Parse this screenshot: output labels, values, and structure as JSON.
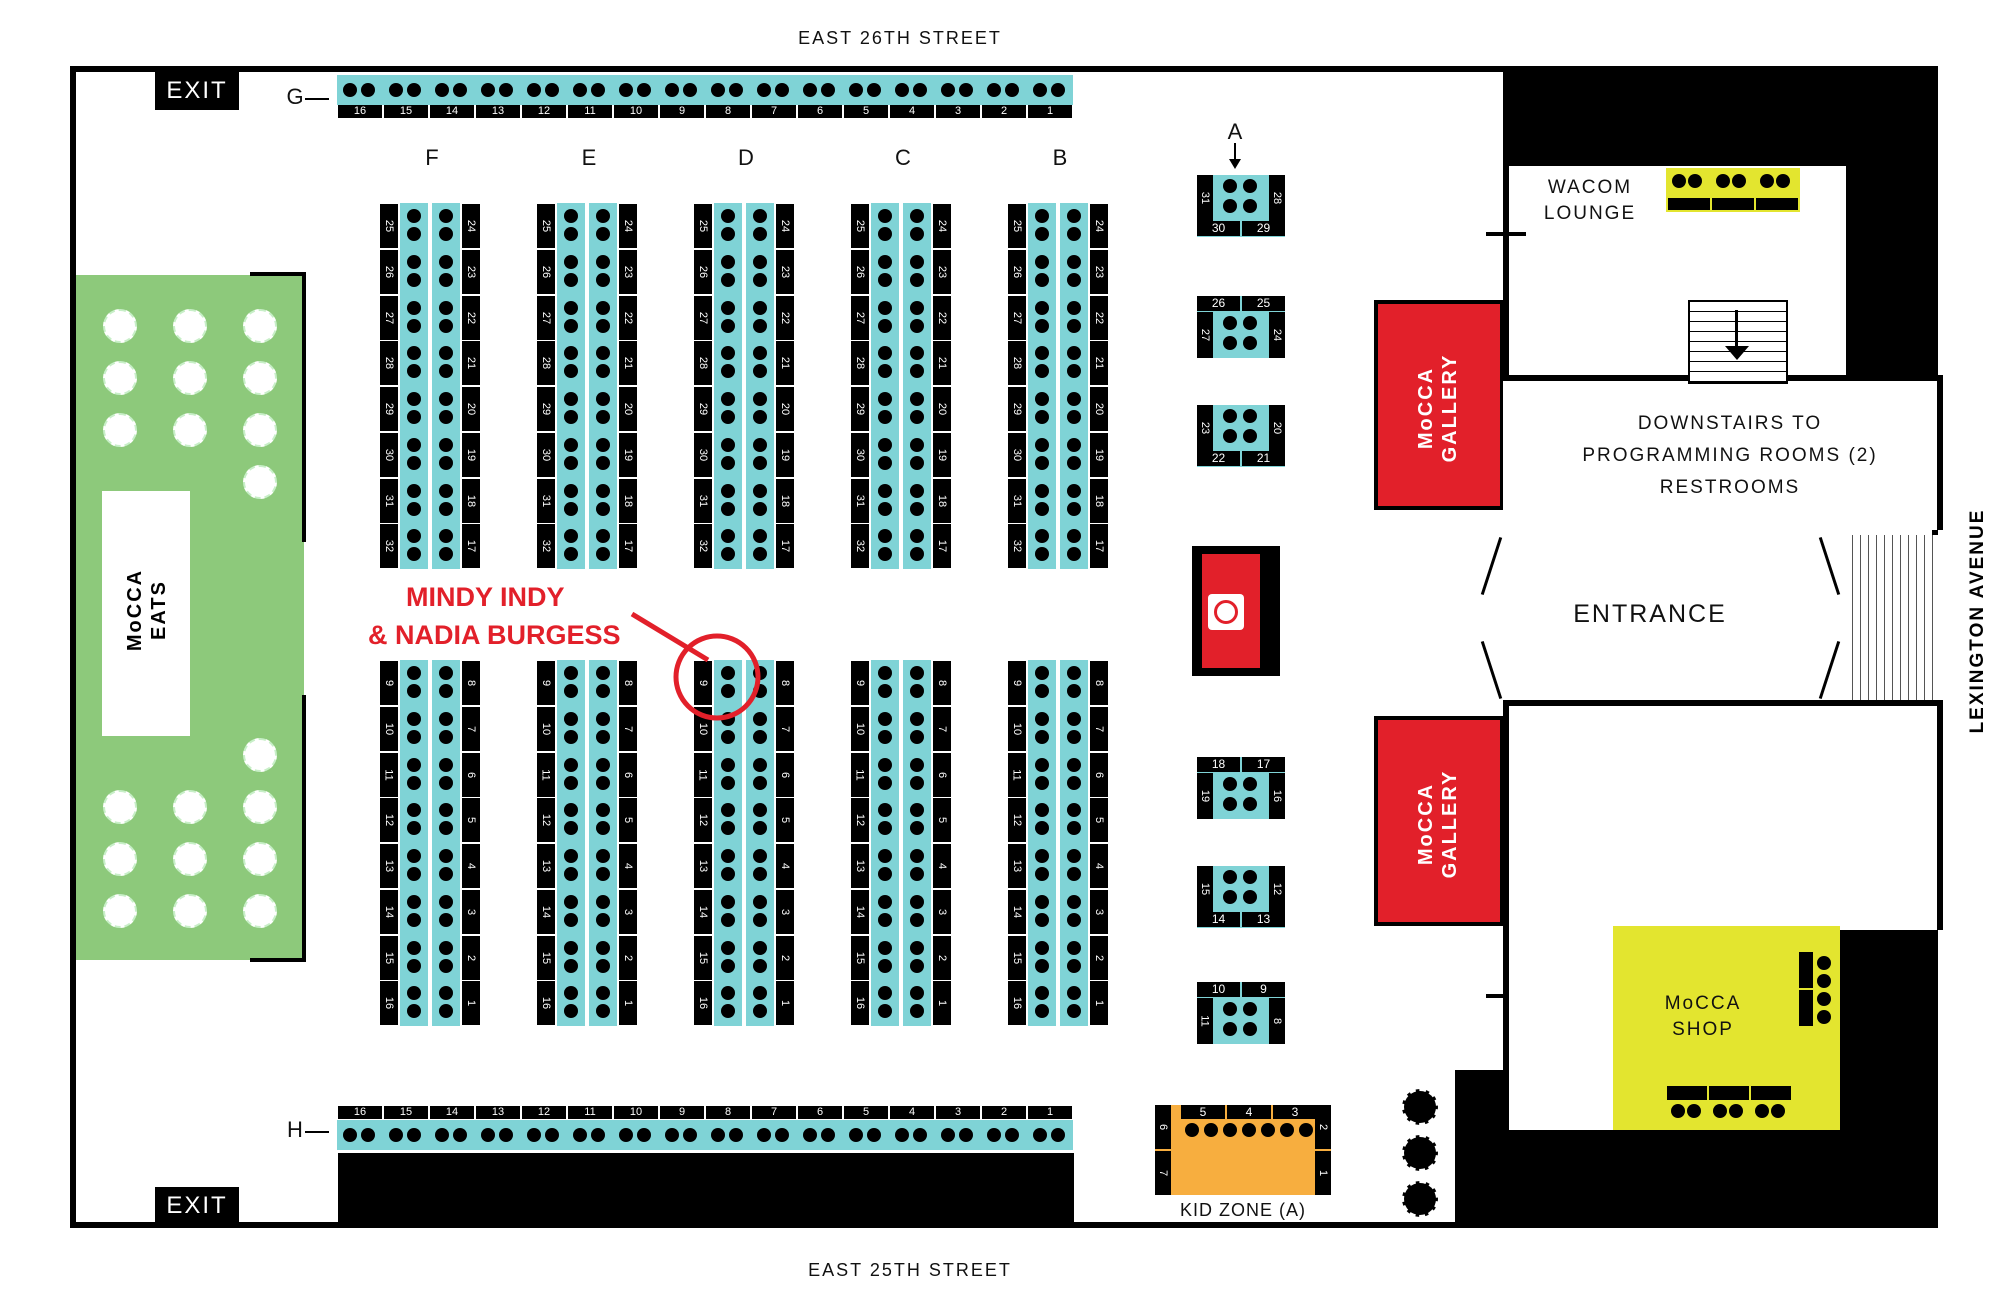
{
  "streets": {
    "north": "EAST 26TH STREET",
    "south": "EAST 25TH STREET",
    "east": "LEXINGTON AVENUE"
  },
  "exits": {
    "top": "EXIT",
    "bottom": "EXIT"
  },
  "row_labels": {
    "G": "G",
    "H": "H",
    "F": "F",
    "E": "E",
    "D": "D",
    "C": "C",
    "B": "B",
    "A": "A"
  },
  "row_g_numbers": [
    "16",
    "15",
    "14",
    "13",
    "12",
    "11",
    "10",
    "9",
    "8",
    "7",
    "6",
    "5",
    "4",
    "3",
    "2",
    "1"
  ],
  "row_h_numbers": [
    "16",
    "15",
    "14",
    "13",
    "12",
    "11",
    "10",
    "9",
    "8",
    "7",
    "6",
    "5",
    "4",
    "3",
    "2",
    "1"
  ],
  "long_rows": {
    "top_left_numbers": [
      "25",
      "26",
      "27",
      "28",
      "29",
      "30",
      "31",
      "32"
    ],
    "top_right_numbers": [
      "24",
      "23",
      "22",
      "21",
      "20",
      "19",
      "18",
      "17"
    ],
    "bottom_left_numbers": [
      "9",
      "10",
      "11",
      "12",
      "13",
      "14",
      "15",
      "16"
    ],
    "bottom_right_numbers": [
      "8",
      "7",
      "6",
      "5",
      "4",
      "3",
      "2",
      "1"
    ]
  },
  "a_blocks": [
    {
      "top": [
        "",
        ""
      ],
      "bottom": [
        "30",
        "29"
      ],
      "left": "31",
      "right": "28"
    },
    {
      "top": [
        "26",
        "25"
      ],
      "bottom": [
        "",
        ""
      ],
      "left": "27",
      "right": "24"
    },
    {
      "top": [
        "",
        ""
      ],
      "bottom": [
        "22",
        "21"
      ],
      "left": "23",
      "right": "20"
    },
    {
      "top": [
        "18",
        "17"
      ],
      "bottom": [
        "",
        ""
      ],
      "left": "19",
      "right": "16"
    },
    {
      "top": [
        "",
        ""
      ],
      "bottom": [
        "14",
        "13"
      ],
      "left": "15",
      "right": "12"
    },
    {
      "top": [
        "10",
        "9"
      ],
      "bottom": [
        "",
        ""
      ],
      "left": "11",
      "right": "8"
    }
  ],
  "kid_zone": {
    "label": "KID ZONE (A)",
    "top_numbers": [
      "5",
      "4",
      "3"
    ],
    "left_numbers": [
      "6",
      "7"
    ],
    "right_numbers": [
      "2",
      "1"
    ]
  },
  "eats": {
    "label": "MoCCA\nEATS"
  },
  "galleries": {
    "top": "MoCCA\nGALLERY",
    "bottom": "MoCCA\nGALLERY"
  },
  "wacom": {
    "line1": "WACOM",
    "line2": "LOUNGE"
  },
  "downstairs": {
    "line1": "DOWNSTAIRS TO",
    "line2": "PROGRAMMING ROOMS (2)",
    "line3": "RESTROOMS"
  },
  "entrance": "ENTRANCE",
  "shop": {
    "line1": "MoCCA",
    "line2": "SHOP"
  },
  "annotation": {
    "line1": "MINDY INDY",
    "line2": "& NADIA BURGESS"
  },
  "colors": {
    "teal": "#7fd3d6",
    "green": "#8dc97b",
    "red": "#e2202a",
    "yellow": "#e3e52f",
    "orange": "#f7ae3f"
  }
}
